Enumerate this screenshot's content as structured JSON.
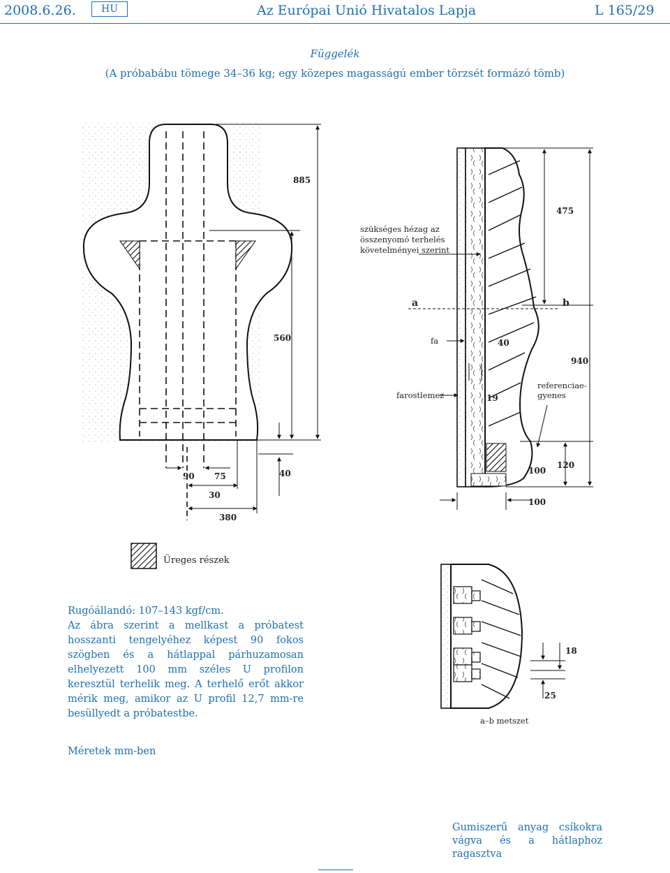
{
  "header": {
    "date": "2008.6.26.",
    "lang": "HU",
    "journal": "Az Európai Unió Hivatalos Lapja",
    "page_ref": "L 165/29"
  },
  "title": "Függelék",
  "subtitle": "(A próbabábu tömege 34–36 kg; egy közepes magasságú ember törzsét formázó tömb)",
  "figure": {
    "dim_885": "885",
    "dim_560": "560",
    "dim_90": "90",
    "dim_75": "75",
    "dim_40_left": "40",
    "dim_30": "30",
    "dim_380": "380",
    "dim_475": "475",
    "dim_40_mid": "40",
    "dim_19": "19",
    "dim_940": "940",
    "dim_120": "120",
    "dim_100_a": "100",
    "dim_100_b": "100",
    "dim_18": "18",
    "dim_25": "25",
    "label_gap_1": "szükséges hézag az",
    "label_gap_2": "összenyomó terhelés",
    "label_gap_3": "követelményei szerint",
    "label_a": "a",
    "label_b": "b",
    "label_fa": "fa",
    "label_farost": "farostlemez",
    "label_ref_1": "referenciae-",
    "label_ref_2": "gyenes",
    "label_section": "a–b metszet"
  },
  "legend": {
    "label": "Üreges részek"
  },
  "spring_constant": "Rugóállandó: 107–143 kgf/cm.",
  "description": "Az ábra szerint a mellkast a próbatest hosszanti tengelyéhez képest 90 fokos szögben és a hátlappal párhuzamosan elhelyezett 100 mm széles U profilon keresztül terhelik meg. A terhelő erőt akkor mérik meg, amikor az U profil 12,7 mm-re besüllyedt a próbatestbe.",
  "units_note": "Méretek mm-ben",
  "rubber_note": "Gumiszerű anyag csíkokra vágva és a hátlaphoz ragasztva"
}
